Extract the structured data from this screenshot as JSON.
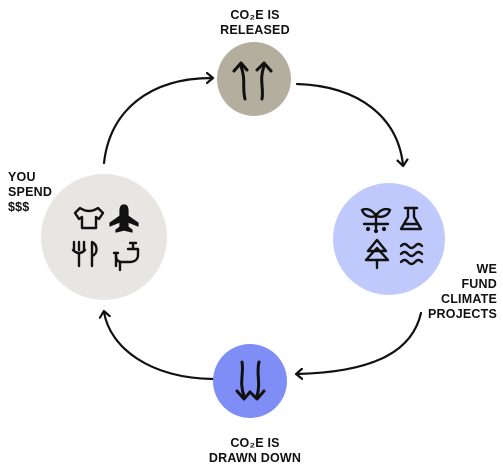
{
  "nodes": {
    "released": {
      "label_lines": [
        "CO₂e IS",
        "RELEASED"
      ],
      "color": "#b4ae9f",
      "icon": "arrows-up-icon"
    },
    "fund": {
      "label_lines": [
        "WE",
        "FUND",
        "CLIMATE",
        "PROJECTS"
      ],
      "color": "#c0c9fb",
      "icons": [
        "sprout-icon",
        "flask-icon",
        "tree-icon",
        "waves-icon"
      ]
    },
    "drawn": {
      "label_lines": [
        "CO₂e IS",
        "DRAWN DOWN"
      ],
      "color": "#7f8ef6",
      "icon": "arrows-down-icon"
    },
    "spend": {
      "label_lines": [
        "YOU",
        "SPEND",
        "$$$"
      ],
      "color": "#e7e6e2",
      "icons": [
        "tshirt-icon",
        "airplane-icon",
        "utensils-icon",
        "faucet-icon"
      ]
    }
  },
  "arrow_color": "#111111"
}
